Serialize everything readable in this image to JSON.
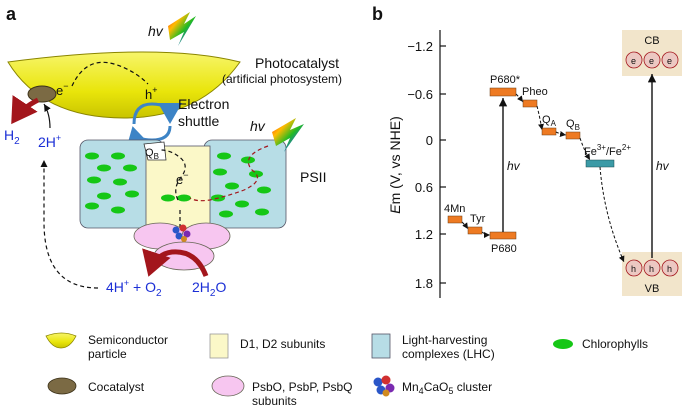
{
  "panel_a": {
    "label": "a",
    "hv_top": "hv",
    "hv_psii": "hv",
    "photocatalyst": "Photocatalyst",
    "photocatalyst_sub": "(artificial photosystem)",
    "electron": "e",
    "electron_sup": "−",
    "hole": "h",
    "hole_sup": "+",
    "electron_shuttle_1": "Electron",
    "electron_shuttle_2": "shuttle",
    "h2": "H",
    "h2_sub": "2",
    "two_h_plus": "2H",
    "two_h_plus_sup": "+",
    "qb": "Q",
    "qb_sub": "B",
    "e_minus": "e",
    "e_minus_sup": "−",
    "psii": "PSII",
    "four_h_plus": "4H",
    "four_h_plus_sup": "+",
    "plus_o2": " + O",
    "o2_sub": "2",
    "two_h2o": "2H",
    "h2o_sub": "2",
    "h2o_o": "O"
  },
  "panel_b": {
    "label": "b",
    "ylabel_italic": "E",
    "ylabel_rest": "m (V, vs NHE)",
    "yticks": [
      "−1.2",
      "−0.6",
      "0",
      "0.6",
      "1.2",
      "1.8"
    ],
    "levels": {
      "mn": "4Mn",
      "tyr": "Tyr",
      "p680": "P680",
      "p680_star": "P680*",
      "pheo": "Pheo",
      "qa": "Q",
      "qa_sub": "A",
      "qb": "Q",
      "qb_sub": "B",
      "fe": "Fe",
      "fe_sup1": "3+",
      "fe_slash": "/Fe",
      "fe_sup2": "2+",
      "hv_left": "hv",
      "hv_right": "hv",
      "cb": "CB",
      "vb": "VB",
      "e_minus": "e",
      "h_plus": "h"
    }
  },
  "legend": {
    "semiconductor_1": "Semiconductor",
    "semiconductor_2": "particle",
    "d1d2": "D1, D2 subunits",
    "lhc_1": "Light-harvesting",
    "lhc_2": "complexes (LHC)",
    "chlorophylls": "Chlorophylls",
    "cocatalyst": "Cocatalyst",
    "psb_1": "PsbO, PsbP, PsbQ",
    "psb_2": "subunits",
    "mn_cluster_1": "Mn",
    "mn_cluster_sub1": "4",
    "mn_cluster_2": "CaO",
    "mn_cluster_sub2": "5",
    "mn_cluster_3": " cluster"
  },
  "colors": {
    "yellow": "#f2ee10",
    "d1d2": "#fbf8c8",
    "lhc": "#b7dde6",
    "chlorophyll": "#16c716",
    "psb": "#f7c6f0",
    "cocatalyst": "#7b6a44",
    "arrow_red": "#a3161c",
    "level": "#ee7a22",
    "fe_level": "#3b9aa6",
    "cb_vb_box": "#f2e5cb",
    "hole_circle": "#ecc8c2",
    "text_blue": "#1b2fd6"
  }
}
